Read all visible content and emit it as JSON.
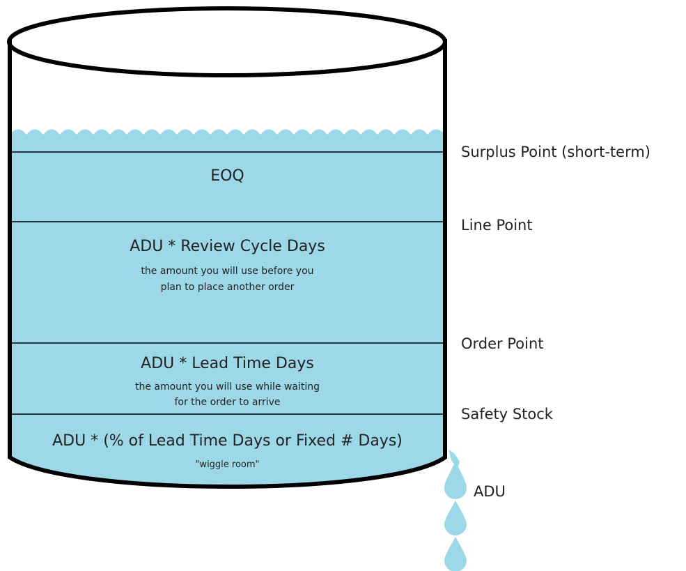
{
  "layers": {
    "eoq": {
      "title": "EOQ"
    },
    "review": {
      "title": "ADU * Review Cycle Days",
      "desc1": "the amount you will use before you",
      "desc2": "plan to place another order"
    },
    "lead": {
      "title": "ADU * Lead Time Days",
      "desc1": "the amount you will use while waiting",
      "desc2": "for the order to arrive"
    },
    "safety": {
      "title": "ADU * (% of Lead Time Days or Fixed # Days)",
      "desc": "\"wiggle room\""
    }
  },
  "labels": {
    "surplus": "Surplus Point (short-term)",
    "line": "Line Point",
    "order": "Order Point",
    "safety": "Safety Stock",
    "adu": "ADU"
  },
  "colors": {
    "water": "#9dd8e8",
    "outline": "#000000"
  }
}
